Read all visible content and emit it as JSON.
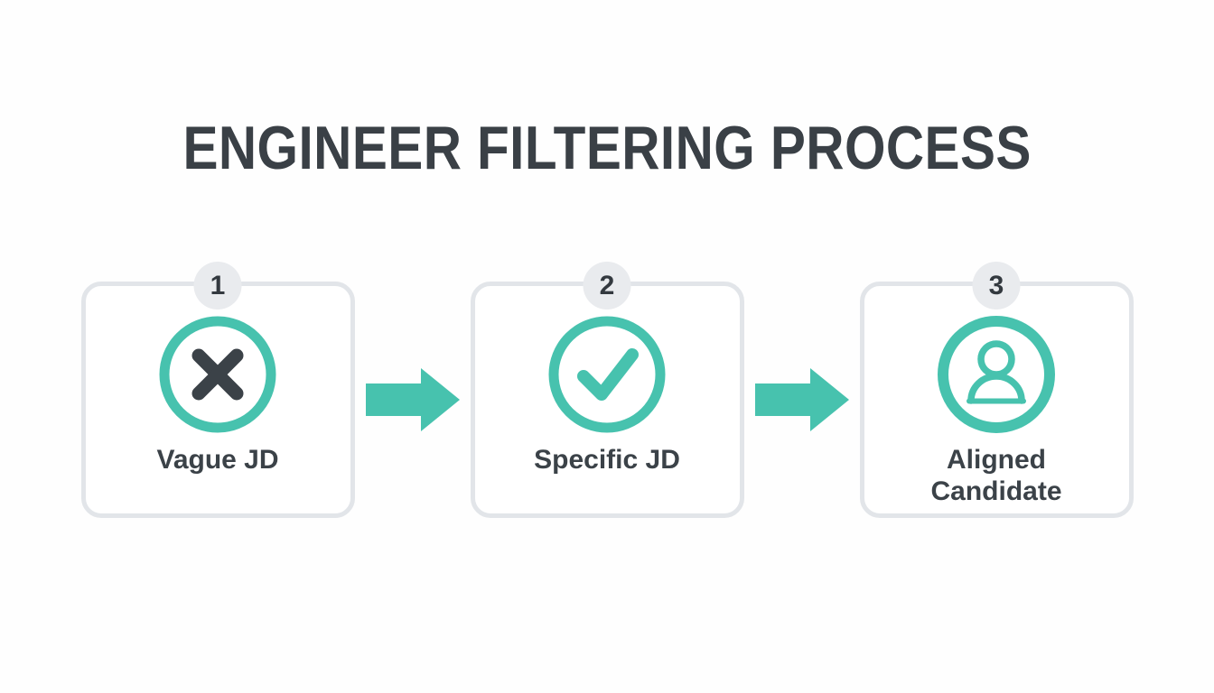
{
  "title": "ENGINEER FILTERING PROCESS",
  "colors": {
    "accent_teal": "#47C2AE",
    "text_dark": "#3B4248",
    "title_dark": "#3A4046",
    "badge_background": "#E9EBEE",
    "card_border": "#E2E5E9",
    "background": "#FEFEFE"
  },
  "steps": [
    {
      "number": "1",
      "label": "Vague JD",
      "icon": "x-circle-icon"
    },
    {
      "number": "2",
      "label": "Specific JD",
      "icon": "check-circle-icon"
    },
    {
      "number": "3",
      "label": "Aligned\nCandidate",
      "icon": "person-circle-icon"
    }
  ],
  "connectors": [
    {
      "type": "arrow-right"
    },
    {
      "type": "arrow-right"
    }
  ]
}
